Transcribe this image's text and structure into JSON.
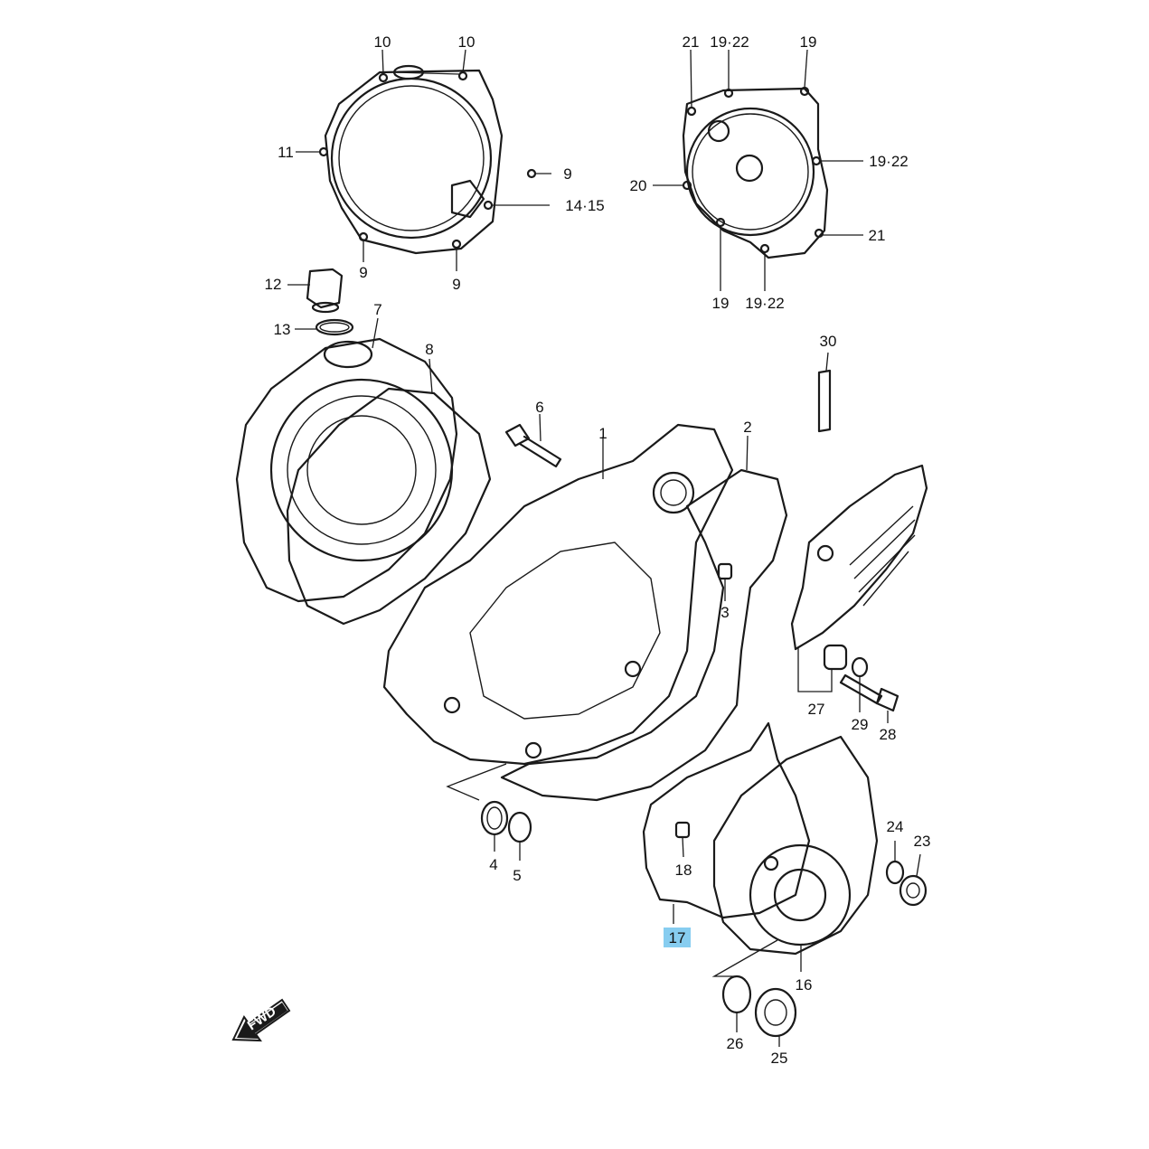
{
  "callouts": [
    {
      "id": "c10a",
      "text": "10"
    },
    {
      "id": "c10b",
      "text": "10"
    },
    {
      "id": "c11",
      "text": "11"
    },
    {
      "id": "c9a",
      "text": "9"
    },
    {
      "id": "c1415",
      "text": "14·15"
    },
    {
      "id": "c9b",
      "text": "9"
    },
    {
      "id": "c9c",
      "text": "9"
    },
    {
      "id": "c21a",
      "text": "21"
    },
    {
      "id": "c1922a",
      "text": "19·22"
    },
    {
      "id": "c19a",
      "text": "19"
    },
    {
      "id": "c1922b",
      "text": "19·22"
    },
    {
      "id": "c20",
      "text": "20"
    },
    {
      "id": "c21b",
      "text": "21"
    },
    {
      "id": "c19b",
      "text": "19"
    },
    {
      "id": "c1922c",
      "text": "19·22"
    },
    {
      "id": "c12",
      "text": "12"
    },
    {
      "id": "c13",
      "text": "13"
    },
    {
      "id": "c7",
      "text": "7"
    },
    {
      "id": "c8",
      "text": "8"
    },
    {
      "id": "c30",
      "text": "30"
    },
    {
      "id": "c6",
      "text": "6"
    },
    {
      "id": "c1",
      "text": "1"
    },
    {
      "id": "c2",
      "text": "2"
    },
    {
      "id": "c3",
      "text": "3"
    },
    {
      "id": "c27",
      "text": "27"
    },
    {
      "id": "c29",
      "text": "29"
    },
    {
      "id": "c28",
      "text": "28"
    },
    {
      "id": "c4",
      "text": "4"
    },
    {
      "id": "c5",
      "text": "5"
    },
    {
      "id": "c24",
      "text": "24"
    },
    {
      "id": "c23",
      "text": "23"
    },
    {
      "id": "c18",
      "text": "18"
    },
    {
      "id": "c17",
      "text": "17"
    },
    {
      "id": "c16",
      "text": "16"
    },
    {
      "id": "c26",
      "text": "26"
    },
    {
      "id": "c25",
      "text": "25"
    }
  ],
  "highlighted_part": "17",
  "direction_marker": {
    "text": "FWD"
  },
  "colors": {
    "highlight": "#87cdf0",
    "line": "#1a1a1a"
  }
}
